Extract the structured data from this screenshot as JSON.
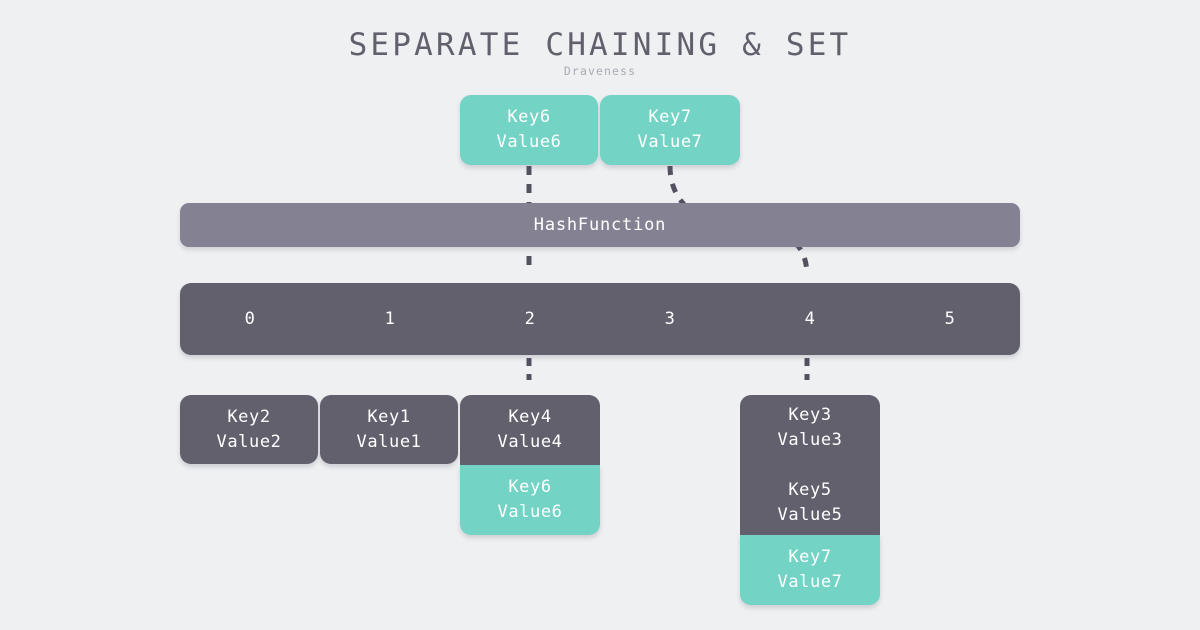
{
  "header": {
    "title": "SEPARATE CHAINING & SET",
    "subtitle": "Draveness"
  },
  "colors": {
    "background": "#eef0f2",
    "teal": "#73d4c6",
    "dark_gray": "#63606e",
    "mid_gray": "#848292",
    "title_text": "#63606e",
    "subtitle_text": "#a7adb4",
    "box_text": "#ffffff",
    "arrow": "#53505f"
  },
  "incoming_items": [
    {
      "key": "Key6",
      "value": "Value6",
      "color": "teal",
      "target_index": "2"
    },
    {
      "key": "Key7",
      "value": "Value7",
      "color": "teal",
      "target_index": "4"
    }
  ],
  "hash_function": {
    "label": "HashFunction"
  },
  "bucket_array": {
    "indices": [
      "0",
      "1",
      "2",
      "3",
      "4",
      "5"
    ]
  },
  "chains": [
    {
      "index": "0",
      "entries": [
        {
          "key": "Key2",
          "value": "Value2",
          "color": "dark",
          "is_new": false
        }
      ]
    },
    {
      "index": "1",
      "entries": [
        {
          "key": "Key1",
          "value": "Value1",
          "color": "dark",
          "is_new": false
        }
      ]
    },
    {
      "index": "2",
      "entries": [
        {
          "key": "Key4",
          "value": "Value4",
          "color": "dark",
          "is_new": false
        },
        {
          "key": "Key6",
          "value": "Value6",
          "color": "teal",
          "is_new": true
        }
      ]
    },
    {
      "index": "4",
      "entries": [
        {
          "key": "Key3",
          "value": "Value3",
          "color": "dark",
          "is_new": false
        },
        {
          "key": "Key5",
          "value": "Value5",
          "color": "dark",
          "is_new": false
        },
        {
          "key": "Key7",
          "value": "Value7",
          "color": "teal",
          "is_new": true
        }
      ]
    }
  ],
  "boxes": {
    "top_key6": "Key6\nValue6",
    "top_key7": "Key7\nValue7",
    "chain_key2": "Key2\nValue2",
    "chain_key1": "Key1\nValue1",
    "chain_key4": "Key4\nValue4",
    "chain_key6": "Key6\nValue6",
    "chain_key3_key5": "Key3\nValue3\n\nKey5\nValue5",
    "chain_key7": "Key7\nValue7"
  }
}
